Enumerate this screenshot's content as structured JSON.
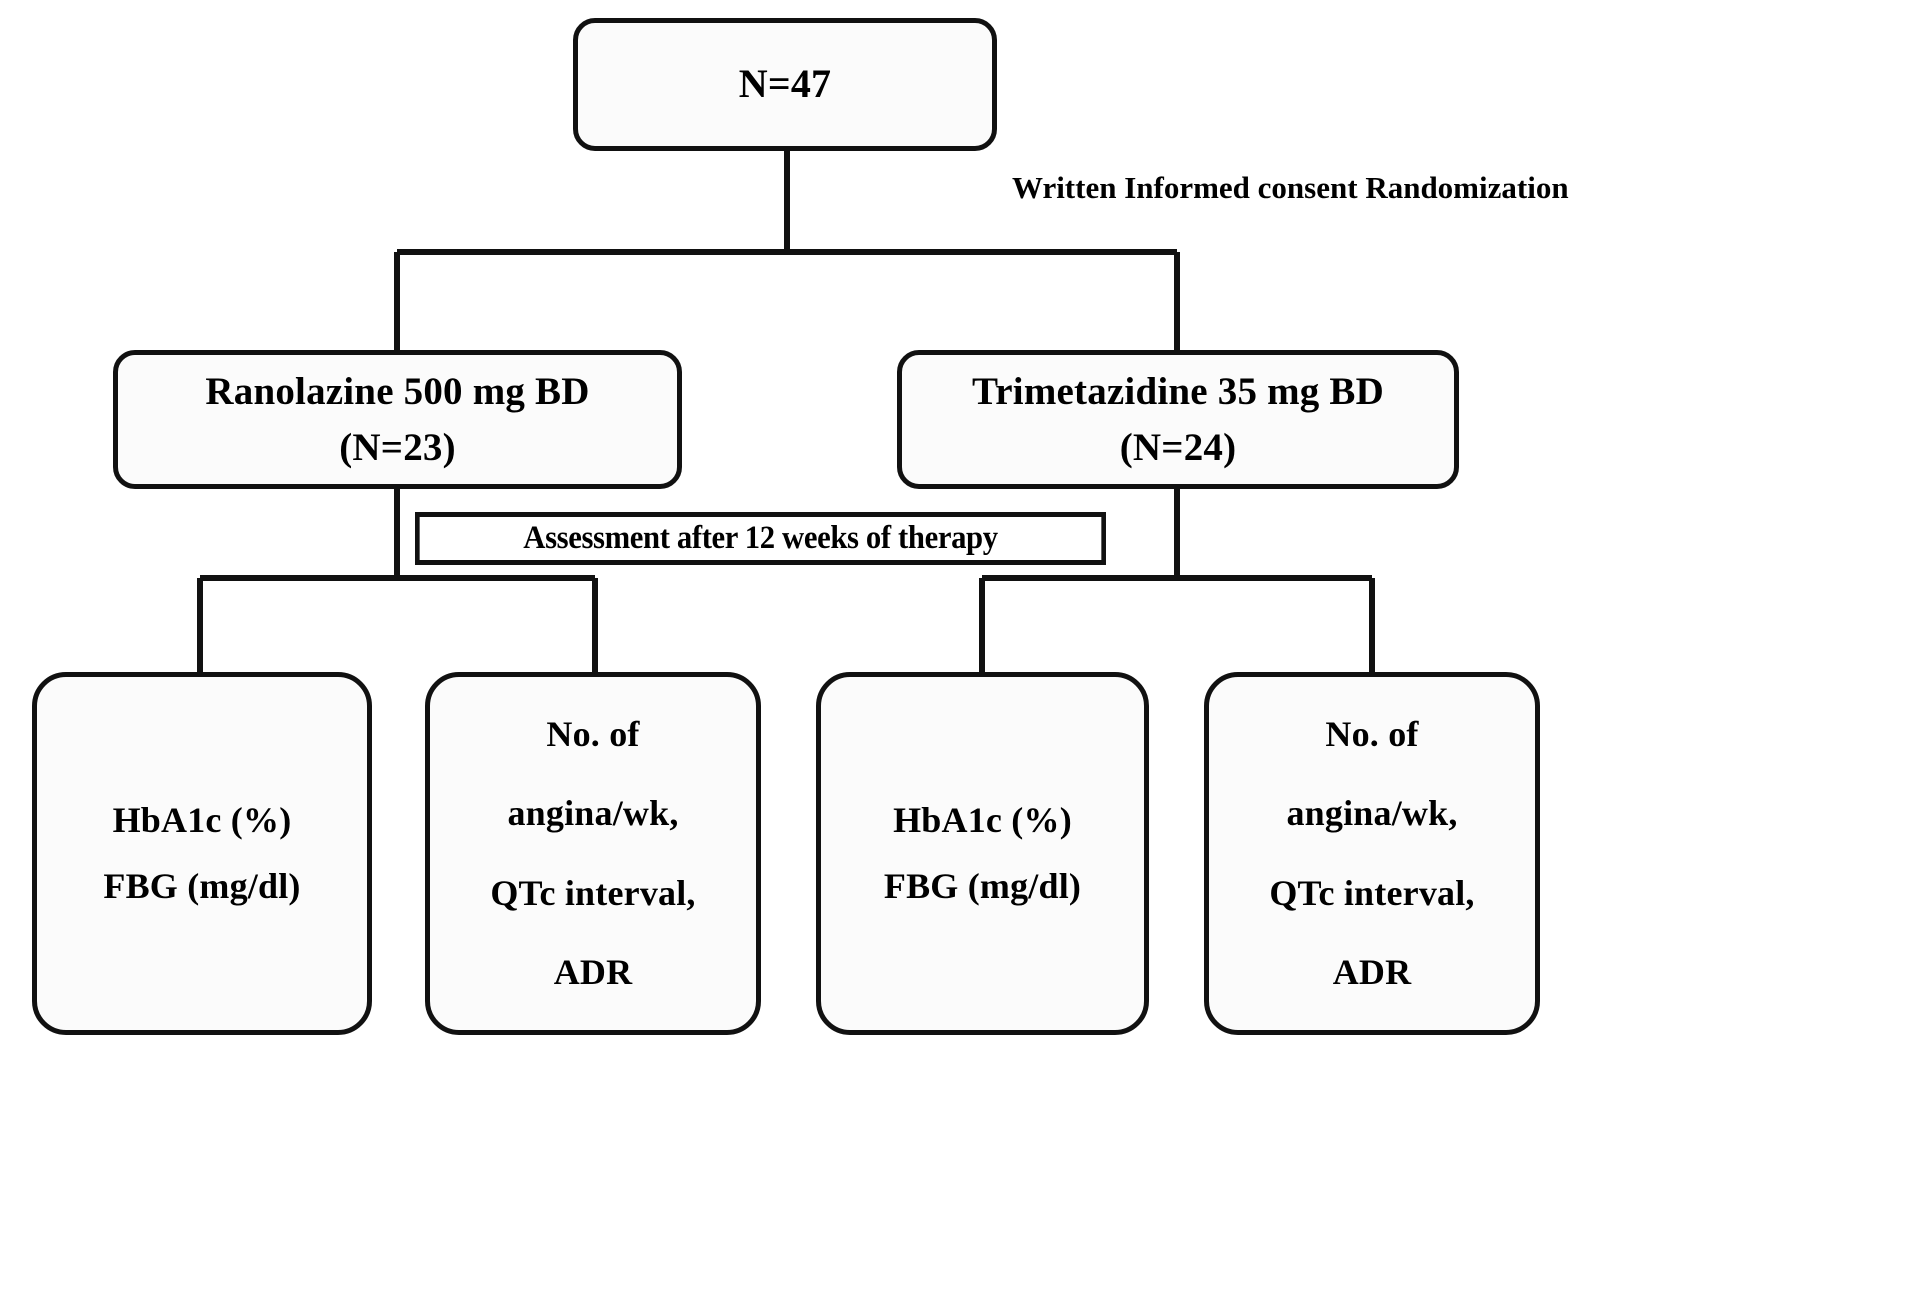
{
  "diagram": {
    "title": "Study randomization and assessment flowchart",
    "ink_color": "#111111",
    "fill_color": "#fbfbfb"
  },
  "nodes": {
    "enrolled": {
      "id": "enrolled",
      "lines": [
        "N=47"
      ]
    },
    "arm_ranolazine": {
      "id": "arm-ranolazine",
      "lines": [
        "Ranolazine 500 mg BD",
        "(N=23)"
      ]
    },
    "arm_trimetazidine": {
      "id": "arm-trimetazidine",
      "lines": [
        "Trimetazidine 35 mg BD",
        "(N=24)"
      ]
    },
    "assessment": {
      "id": "assessment",
      "lines": [
        "Assessment after 12 weeks of therapy"
      ]
    },
    "outcome_ranolazine_metabolic": {
      "id": "outcome-ranolazine-metabolic",
      "lines": [
        "HbA1c (%)",
        "FBG (mg/dl)"
      ]
    },
    "outcome_ranolazine_clinical": {
      "id": "outcome-ranolazine-clinical",
      "lines": [
        "No. of",
        "angina/wk,",
        "QTc interval,",
        "ADR"
      ]
    },
    "outcome_trimetazidine_metabolic": {
      "id": "outcome-trimetazidine-metabolic",
      "lines": [
        "HbA1c (%)",
        "FBG (mg/dl)"
      ]
    },
    "outcome_trimetazidine_clinical": {
      "id": "outcome-trimetazidine-clinical",
      "lines": [
        "No. of",
        "angina/wk,",
        "QTc interval,",
        "ADR"
      ]
    }
  },
  "edge_labels": {
    "randomization": {
      "line1": "Written Informed consent",
      "line2": "Randomization"
    }
  }
}
